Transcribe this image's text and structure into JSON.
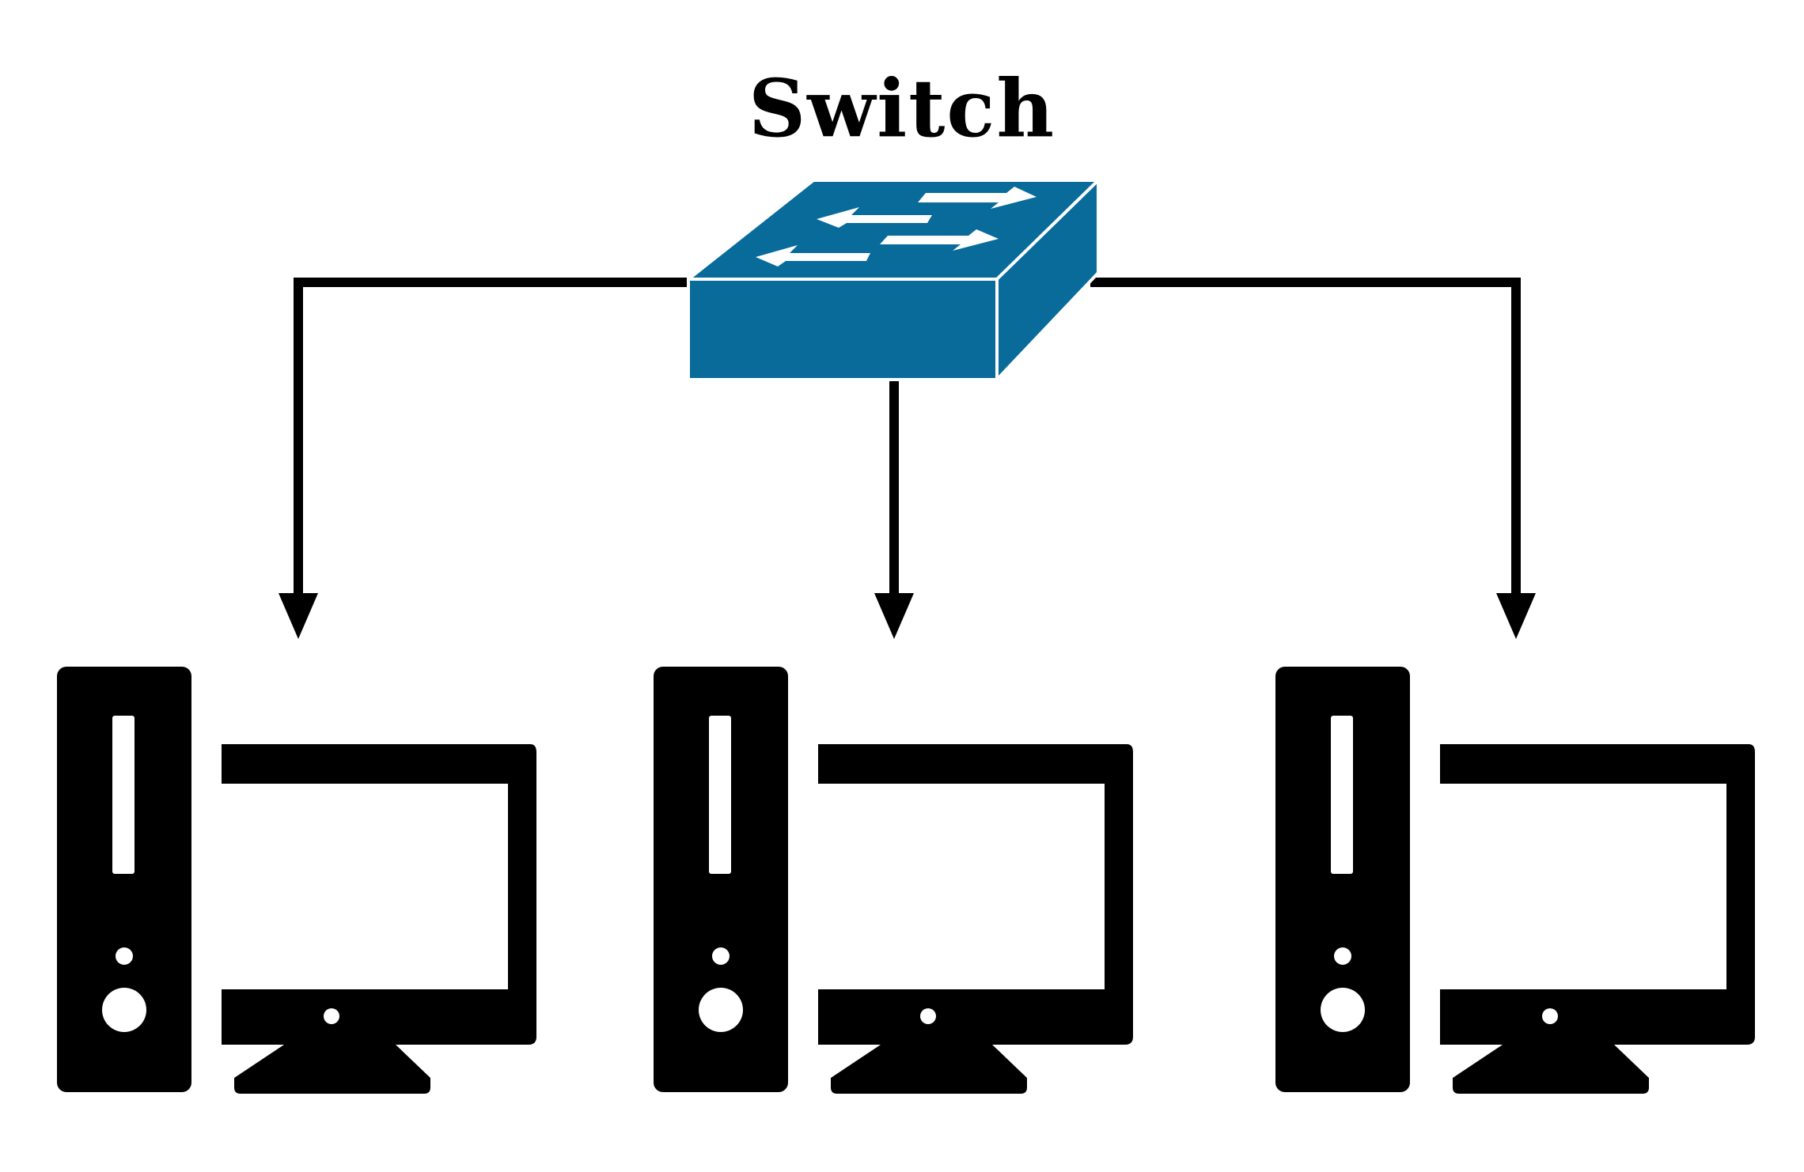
{
  "diagram": {
    "title": "Switch",
    "colors": {
      "switch": "#086b9a",
      "stroke": "#000000",
      "background": "#ffffff",
      "arrow_glyph": "#ffffff"
    },
    "nodes": [
      {
        "id": "switch",
        "kind": "network-switch",
        "label": "Switch"
      },
      {
        "id": "pc-left",
        "kind": "desktop-computer"
      },
      {
        "id": "pc-center",
        "kind": "desktop-computer"
      },
      {
        "id": "pc-right",
        "kind": "desktop-computer"
      }
    ],
    "edges": [
      {
        "from": "switch",
        "to": "pc-left",
        "style": "arrow"
      },
      {
        "from": "switch",
        "to": "pc-center",
        "style": "arrow"
      },
      {
        "from": "switch",
        "to": "pc-right",
        "style": "arrow"
      }
    ]
  }
}
